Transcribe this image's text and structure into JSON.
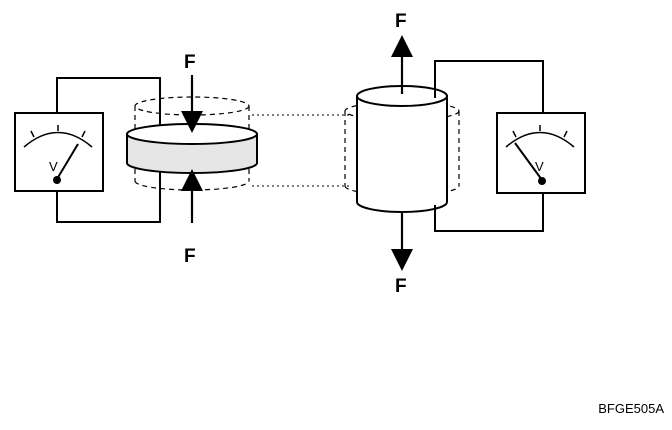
{
  "diagram": {
    "force_label": "F",
    "meter_label": "V",
    "figure_code": "BFGE505A"
  }
}
